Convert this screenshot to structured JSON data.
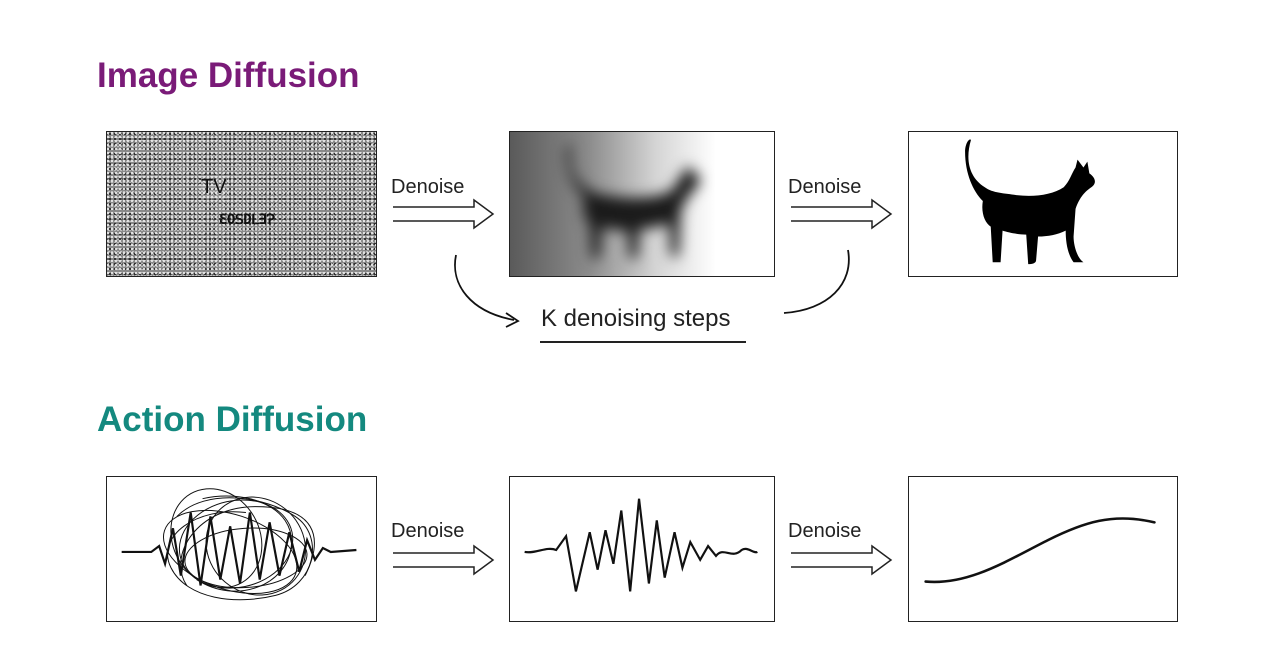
{
  "image_diffusion": {
    "title": "Image Diffusion",
    "noise_text_1": "TV",
    "noise_text_2": "ƐOꓢDꓡƎɁ",
    "arrow_1_label": "Denoise",
    "arrow_2_label": "Denoise",
    "loop_label": "K denoising steps",
    "subject_icon": "cat-silhouette-icon"
  },
  "action_diffusion": {
    "title": "Action Diffusion",
    "arrow_1_label": "Denoise",
    "arrow_2_label": "Denoise"
  },
  "colors": {
    "image_title": "#7a1b78",
    "action_title": "#14897f",
    "stroke": "#111111"
  }
}
